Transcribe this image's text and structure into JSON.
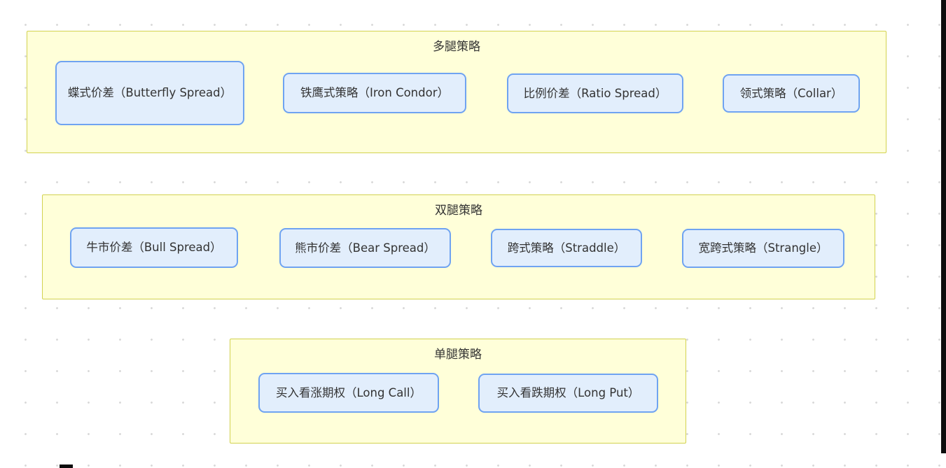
{
  "colors": {
    "group_fill": "#ffffd9",
    "group_border": "#d2d24f",
    "node_fill": "#e2eefc",
    "node_border": "#6fa3f1",
    "text": "#333333"
  },
  "diagram": {
    "groups": [
      {
        "title": "多腿策略",
        "nodes": [
          {
            "label": "蝶式价差（Butterfly Spread）"
          },
          {
            "label": "铁鹰式策略（Iron Condor）"
          },
          {
            "label": "比例价差（Ratio Spread）"
          },
          {
            "label": "领式策略（Collar）"
          }
        ]
      },
      {
        "title": "双腿策略",
        "nodes": [
          {
            "label": "牛市价差（Bull Spread）"
          },
          {
            "label": "熊市价差（Bear Spread）"
          },
          {
            "label": "跨式策略（Straddle）"
          },
          {
            "label": "宽跨式策略（Strangle）"
          }
        ]
      },
      {
        "title": "单腿策略",
        "nodes": [
          {
            "label": "买入看涨期权（Long Call）"
          },
          {
            "label": "买入看跌期权（Long Put）"
          }
        ]
      }
    ]
  }
}
